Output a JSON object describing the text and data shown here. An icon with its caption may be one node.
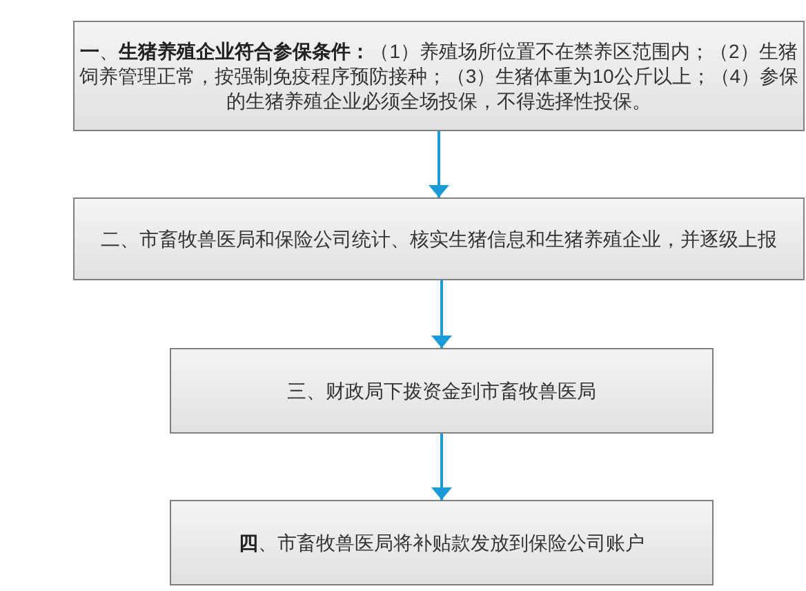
{
  "diagram": {
    "nodes": [
      {
        "text": [
          "**一**、**生猪养殖企业符合参保条件：**（1）养殖场所位置不在禁养区范围内；（2）生猪饲养管理正常，按强制免疫程序预防接种；（3）生猪体重为10公斤以上；（4）参保的生猪养殖企业必须全场投保，不得选择性投保。"
        ]
      },
      {
        "text": [
          "二、市畜牧兽医局和保险公司统计、核实生猪信息和生猪养殖企业，并逐级上报"
        ]
      },
      {
        "text": [
          "三、财政局下拨资金到市畜牧兽医局"
        ]
      },
      {
        "text": [
          "**四**、市畜牧兽医局将补贴款发放到保险公司账户"
        ]
      }
    ],
    "edges": [
      {
        "from": 0,
        "to": 1,
        "arrow": "to"
      },
      {
        "from": 1,
        "to": 2,
        "arrow": "to"
      },
      {
        "from": 2,
        "to": 3,
        "arrow": "to"
      }
    ]
  }
}
